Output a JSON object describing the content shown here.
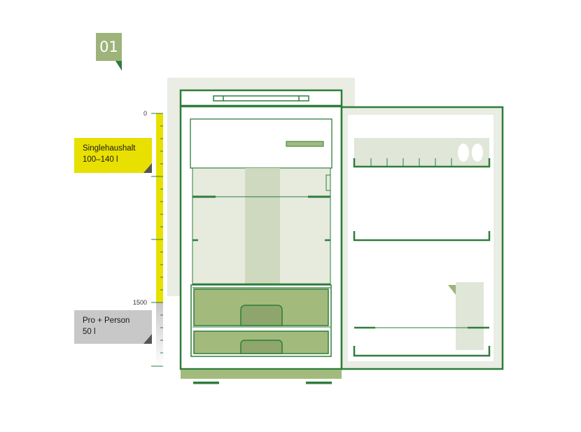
{
  "badge": {
    "number": "01"
  },
  "scale": {
    "top_label": "0",
    "mid_label": "1500"
  },
  "categories": [
    {
      "line1": "Singlehaushalt",
      "line2": "100–140 l",
      "color": "#e8e000"
    },
    {
      "line1": "Pro + Person",
      "line2": "50 l",
      "color": "#c8c8c8"
    }
  ],
  "colors": {
    "frame": "#2e7d3a",
    "panel": "#e6ebde",
    "drawer": "#a2bb7c",
    "accent": "#9db37a"
  }
}
